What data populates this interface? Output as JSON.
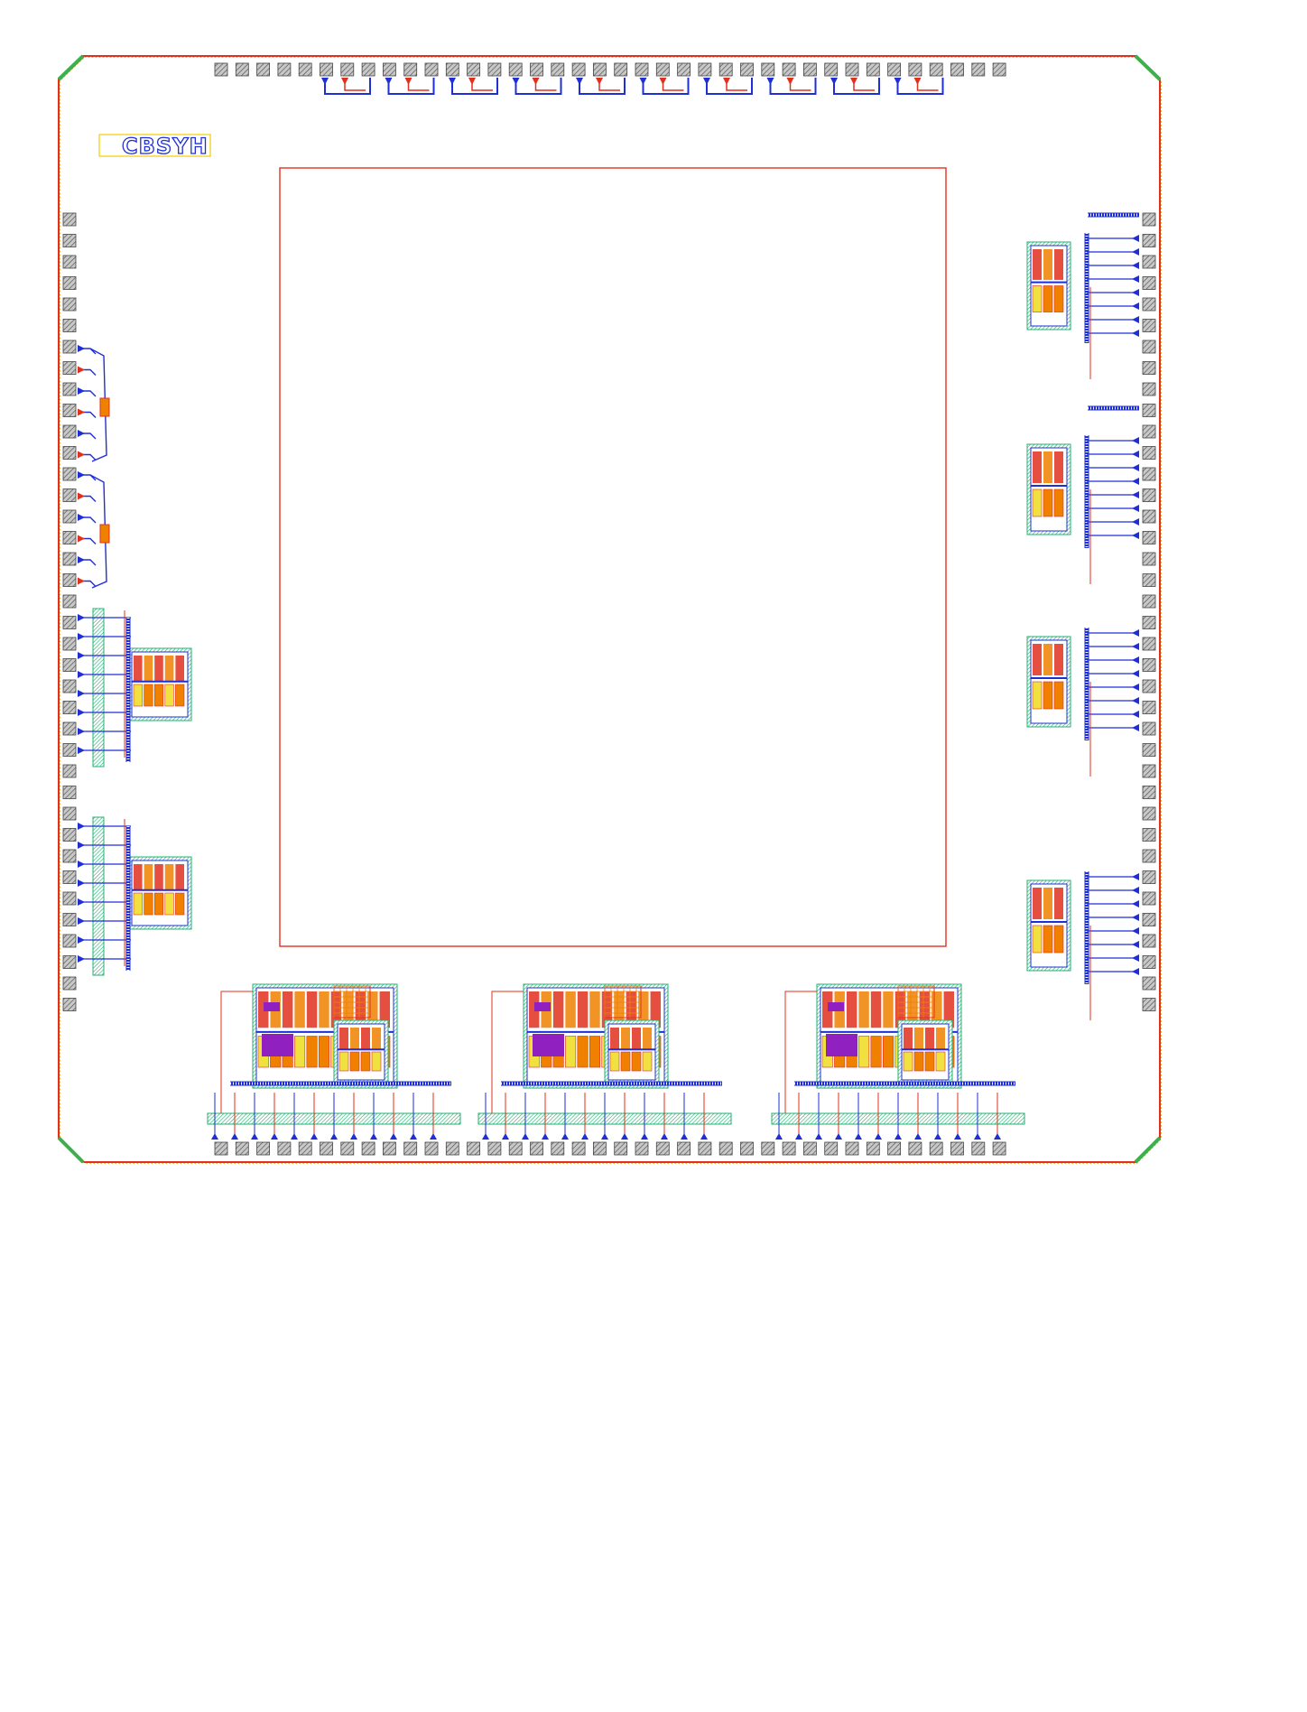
{
  "chip": {
    "label": "CBSYH"
  },
  "colors": {
    "background": "#ffffff",
    "outline": "#e0301e",
    "corner": "#3cb04a",
    "pad_fill": "#b8b8b8",
    "pad_hatch": "#5a5a5a",
    "metal1": "#1f2fd6",
    "metal2": "#e0301e",
    "diffusion": "#20b070",
    "label_box": "#f0d000",
    "fill_orange": "#f08000",
    "fill_purple": "#9020c0",
    "fill_yellow": "#f0e040"
  },
  "icons": {
    "pad": "hatched-square",
    "corner": "chamfer",
    "core": "empty-red-rectangle"
  }
}
